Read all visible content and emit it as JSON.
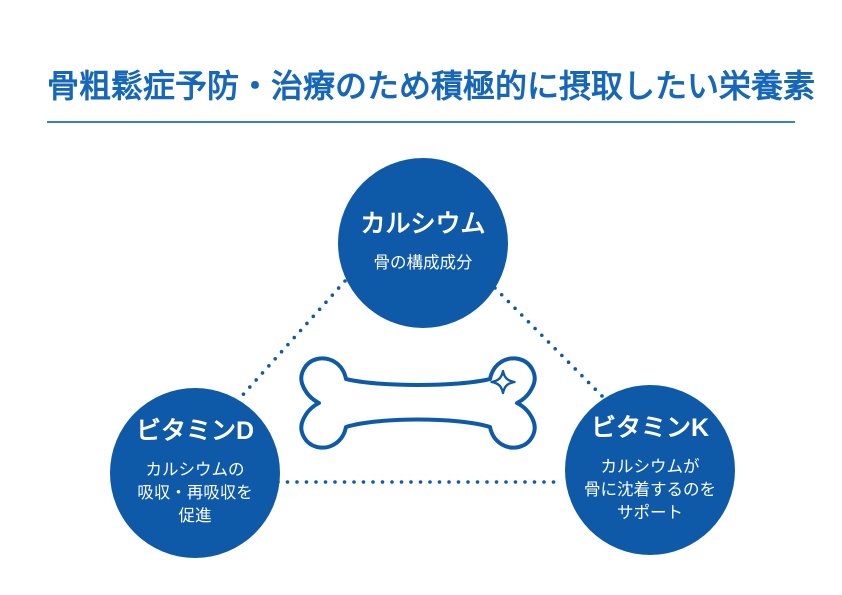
{
  "title": {
    "text": "骨粗鬆症予防・治療のため積極的に摂取したい栄養素"
  },
  "colors": {
    "primary_blue": "#0e59a8",
    "title_blue": "#1667b8",
    "underline_blue": "#3d7fc4",
    "text_on_blue": "#ffffff",
    "background": "#ffffff"
  },
  "nodes": {
    "calcium": {
      "heading": "カルシウム",
      "description_lines": [
        "骨の構成成分"
      ]
    },
    "vitamin_d": {
      "heading": "ビタミンD",
      "description_lines": [
        "カルシウムの",
        "吸収・再吸収を",
        "促進"
      ]
    },
    "vitamin_k": {
      "heading": "ビタミンK",
      "description_lines": [
        "カルシウムが",
        "骨に沈着するのを",
        "サポート"
      ]
    }
  },
  "icons": {
    "bone": "bone-icon",
    "sparkle": "sparkle-icon"
  }
}
